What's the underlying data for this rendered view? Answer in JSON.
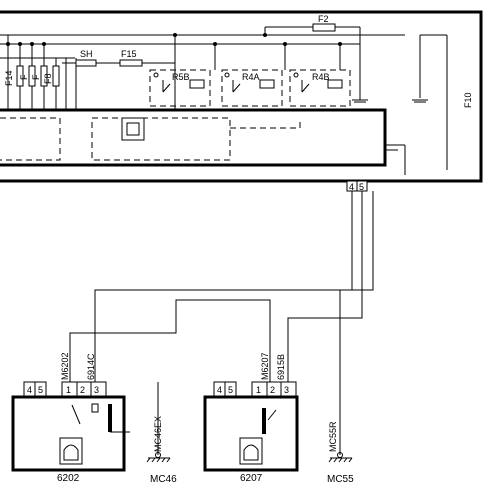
{
  "fuses": {
    "f2": "F2",
    "sh": "SH",
    "f15": "F15",
    "f14": "F14",
    "f10": "F10",
    "small_a": "F",
    "small_b": "F",
    "small_c": "F8"
  },
  "relays": {
    "r5b": "R5B",
    "r4a": "R4A",
    "r4b": "R4B"
  },
  "connector_pins": {
    "main_4": "4",
    "main_5": "5"
  },
  "device_6202": {
    "pins": [
      "4",
      "5",
      "1",
      "2",
      "3"
    ],
    "wire_left": "M6202",
    "wire_right": "6914C",
    "ground_wire": "MC46EX",
    "ground_label": "MC46",
    "label": "6202"
  },
  "device_6207": {
    "pins": [
      "4",
      "5",
      "1",
      "2",
      "3"
    ],
    "wire_left": "M6207",
    "wire_right": "6915B",
    "label": "6207"
  },
  "ground_mc55": {
    "wire": "MC55R",
    "label": "MC55"
  }
}
